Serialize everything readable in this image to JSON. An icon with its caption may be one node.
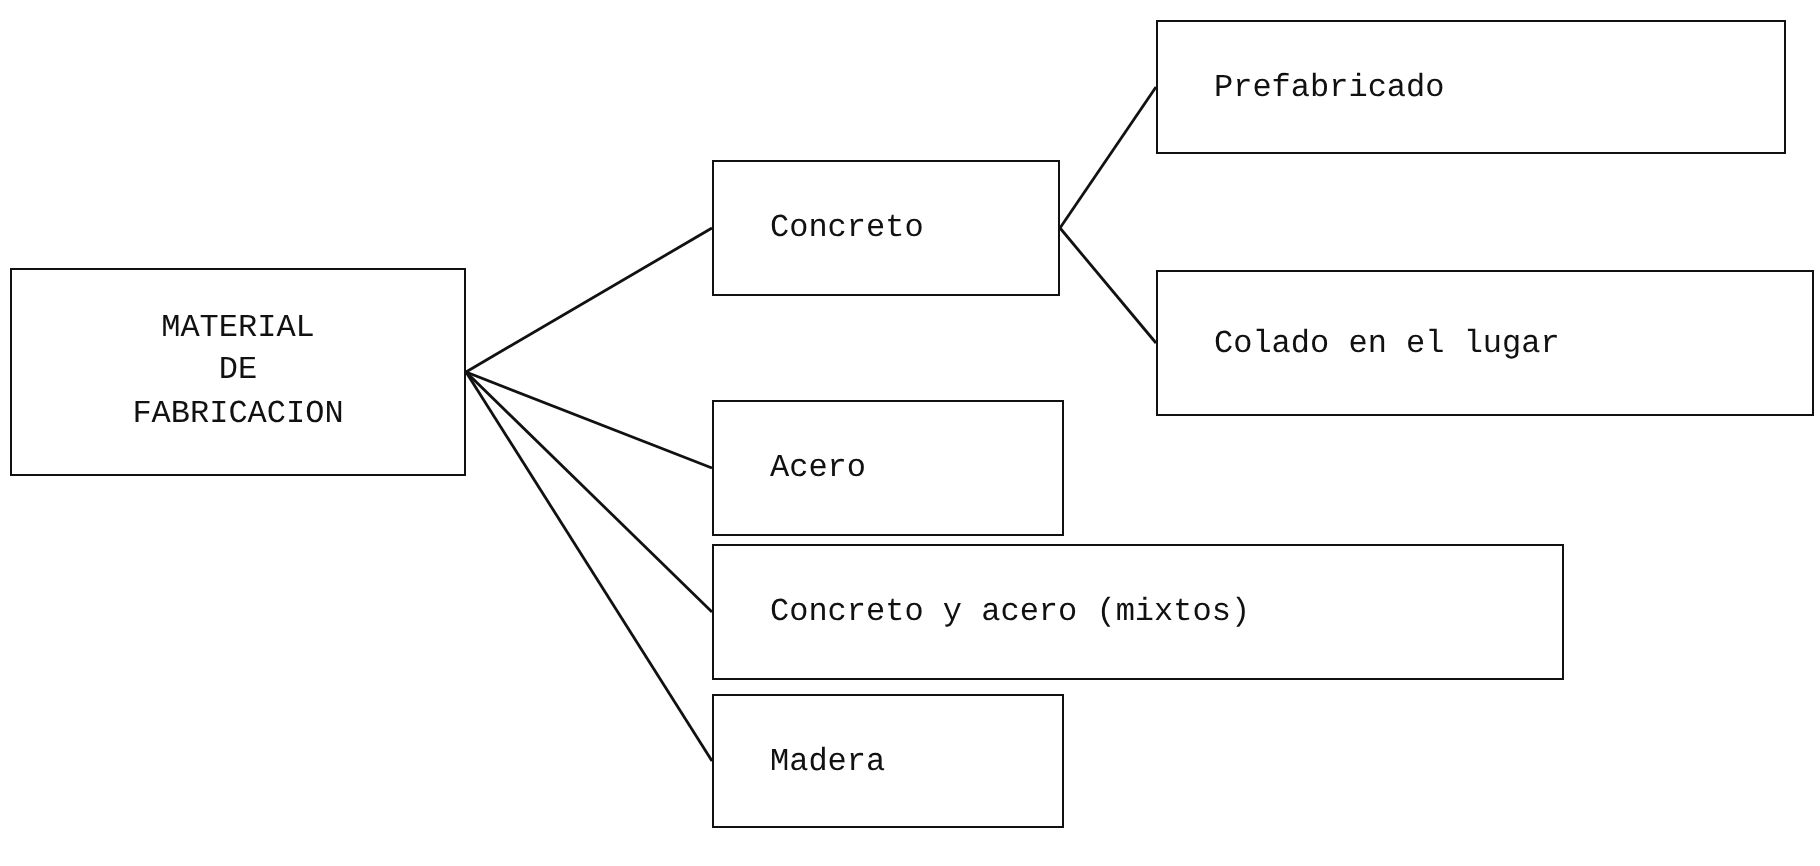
{
  "diagram": {
    "nodes": [
      {
        "text": [
          "MATERIAL DE FABRICACION"
        ]
      },
      {
        "text": [
          "Concreto"
        ]
      },
      {
        "text": [
          "Prefabricado"
        ]
      },
      {
        "text": [
          "Colado en el lugar"
        ]
      },
      {
        "text": [
          "Acero"
        ]
      },
      {
        "text": [
          "Concreto y acero (mixtos)"
        ]
      },
      {
        "text": [
          "Madera"
        ]
      }
    ],
    "edges": [
      {
        "from": 0,
        "to": 1,
        "arrow": "none"
      },
      {
        "from": 0,
        "to": 4,
        "arrow": "none"
      },
      {
        "from": 0,
        "to": 5,
        "arrow": "none"
      },
      {
        "from": 0,
        "to": 6,
        "arrow": "none"
      },
      {
        "from": 1,
        "to": 2,
        "arrow": "none"
      },
      {
        "from": 1,
        "to": 3,
        "arrow": "none"
      }
    ]
  }
}
